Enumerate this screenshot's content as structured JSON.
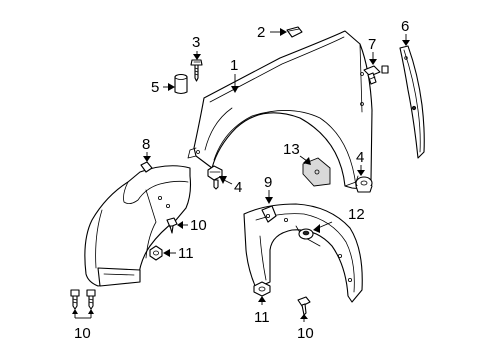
{
  "callouts": {
    "c1": "1",
    "c2": "2",
    "c3": "3",
    "c4a": "4",
    "c4b": "4",
    "c5": "5",
    "c6": "6",
    "c7": "7",
    "c8": "8",
    "c9": "9",
    "c10a": "10",
    "c10b": "10",
    "c10c": "10",
    "c11a": "11",
    "c11b": "11",
    "c12": "12",
    "c13": "13"
  }
}
